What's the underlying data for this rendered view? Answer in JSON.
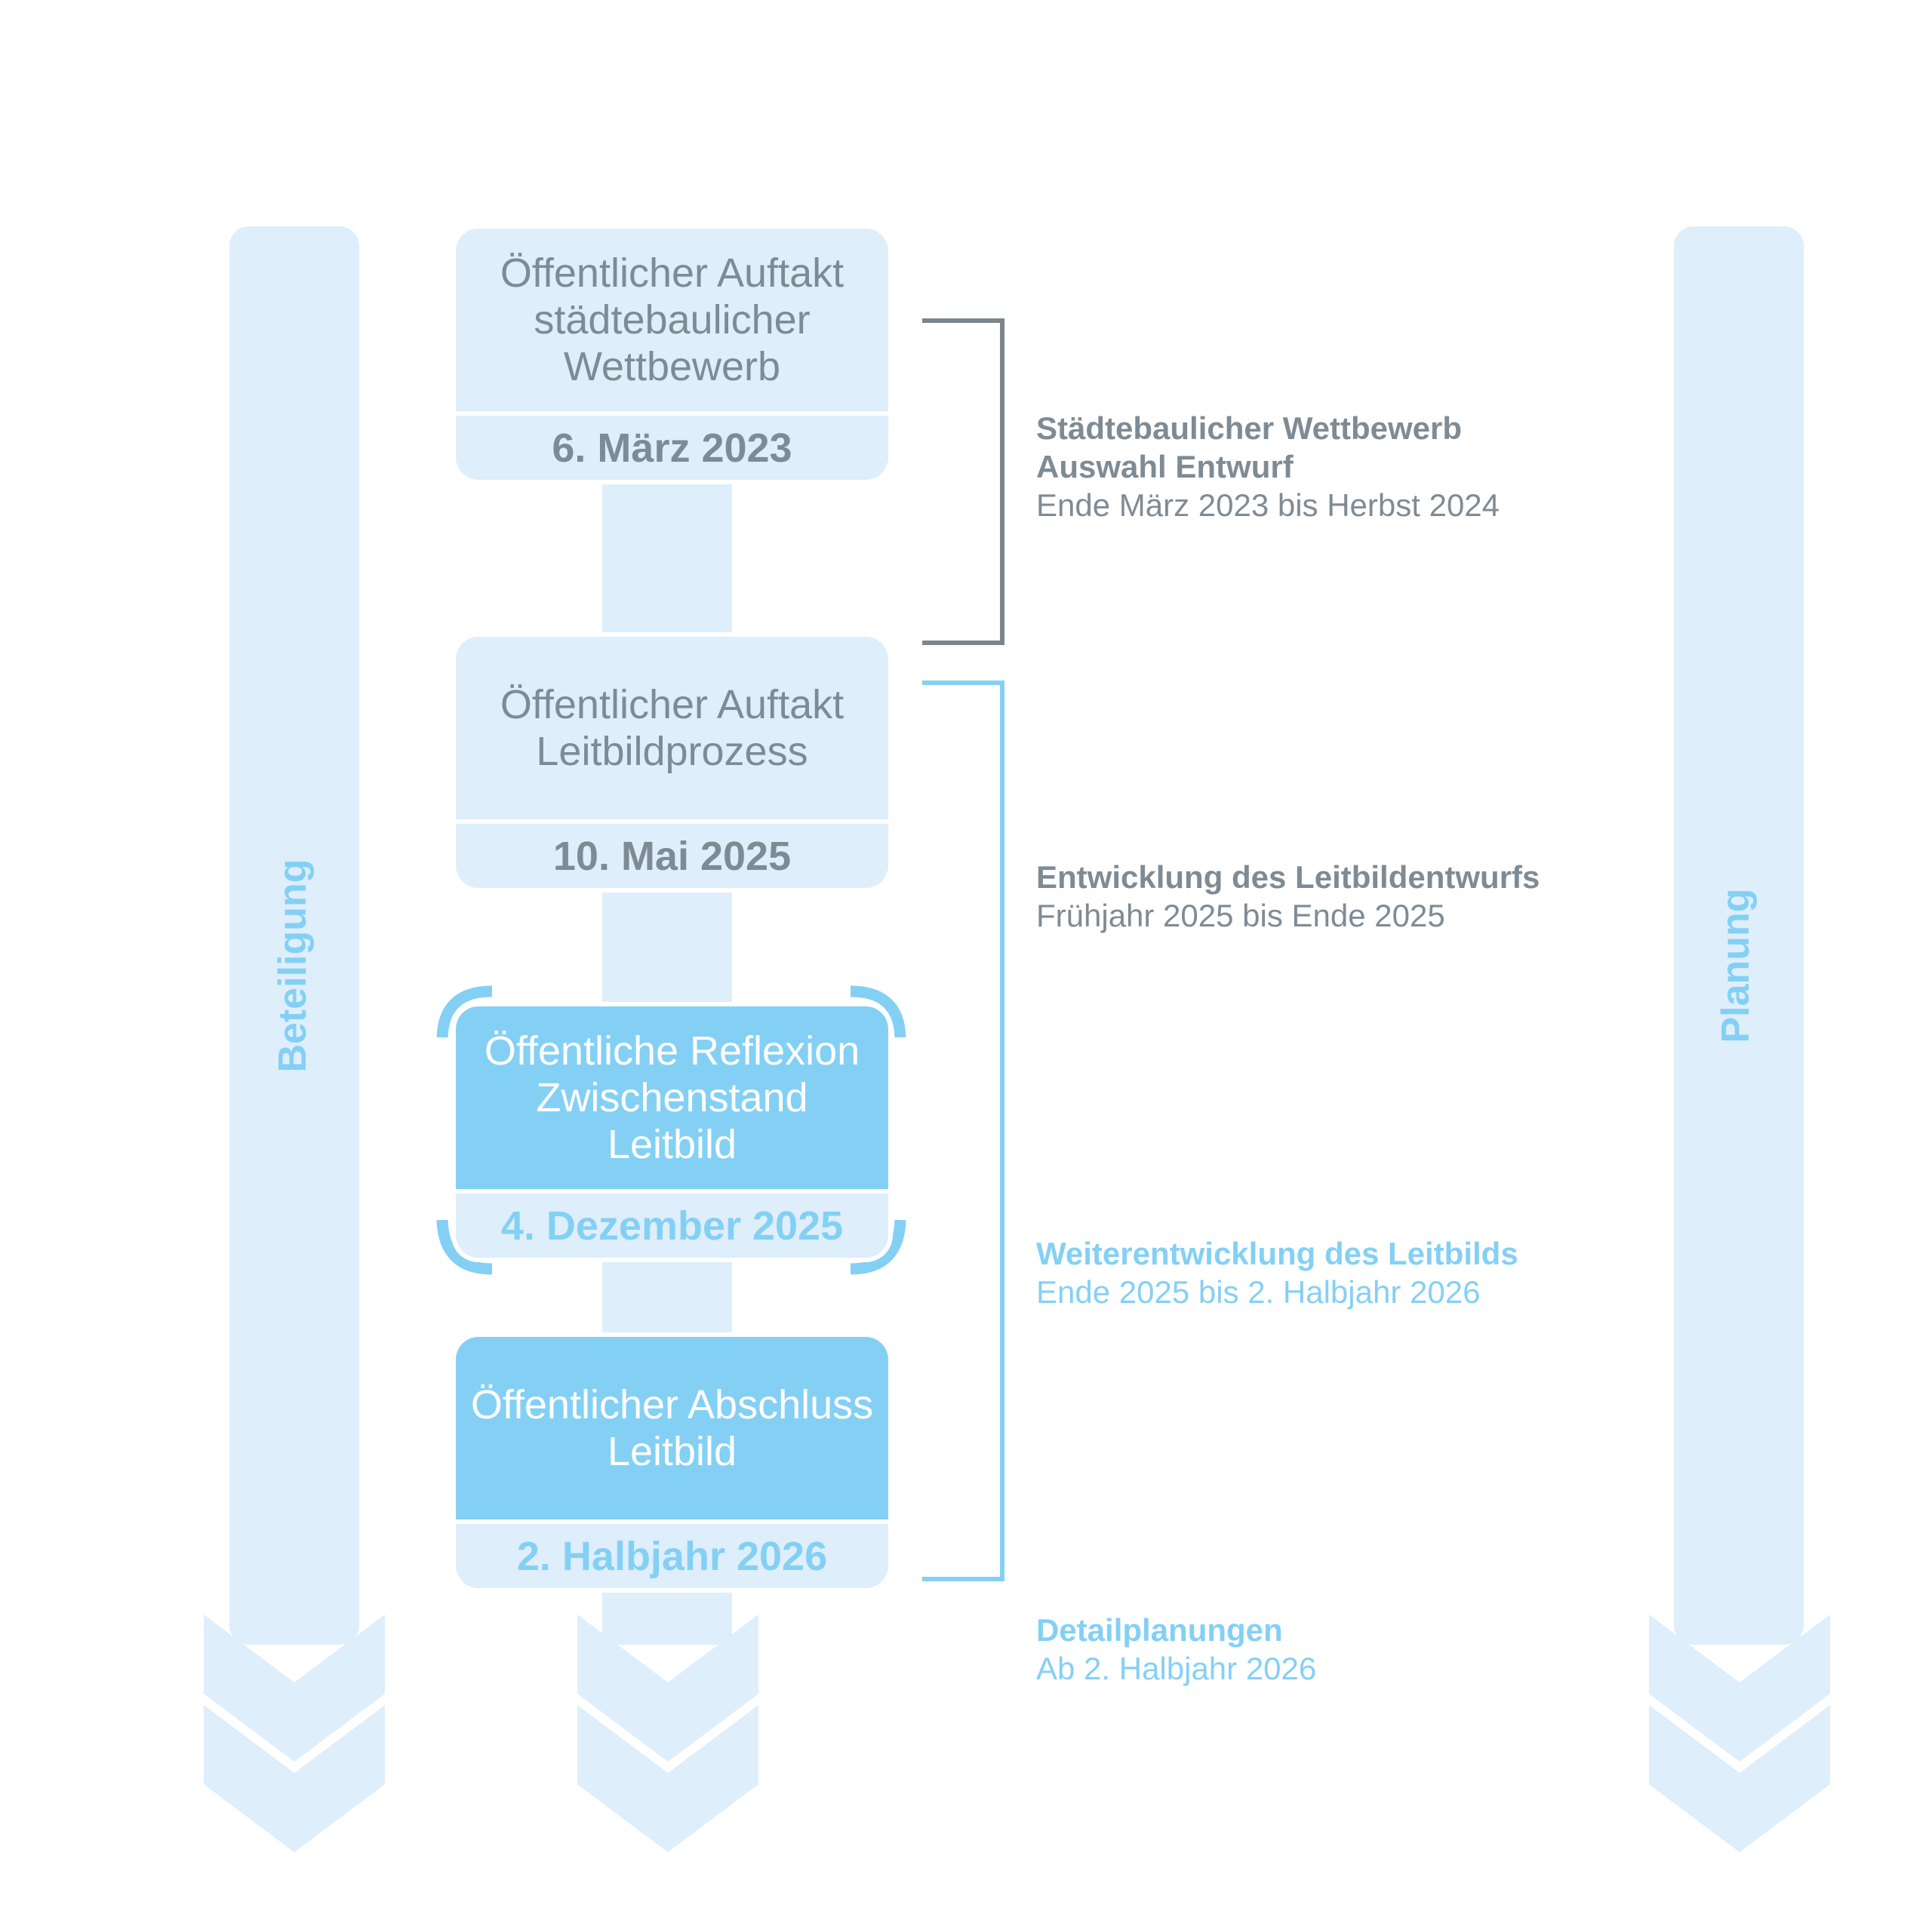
{
  "lanes": {
    "left_label": "Beteiligung",
    "right_label": "Planung"
  },
  "steps": [
    {
      "title_lines": [
        "Öffentlicher Auftakt",
        "städtebaulicher",
        "Wettbewerb"
      ],
      "date": "6. März 2023",
      "style": "muted"
    },
    {
      "title_lines": [
        "Öffentlicher Auftakt",
        "Leitbildprozess"
      ],
      "date": "10. Mai 2025",
      "style": "muted"
    },
    {
      "title_lines": [
        "Öffentliche Reflexion",
        "Zwischenstand",
        "Leitbild"
      ],
      "date": "4. Dezember 2025",
      "style": "active",
      "current": true
    },
    {
      "title_lines": [
        "Öffentlicher Abschluss",
        "Leitbild"
      ],
      "date": "2. Halbjahr 2026",
      "style": "active"
    }
  ],
  "phases": [
    {
      "title_lines": [
        "Städtebaulicher Wettbewerb",
        "Auswahl Entwurf"
      ],
      "period": "Ende März 2023 bis Herbst 2024",
      "style": "gray"
    },
    {
      "title_lines": [
        "Entwicklung des Leitbildentwurfs"
      ],
      "period": "Frühjahr 2025 bis Ende 2025",
      "style": "gray"
    },
    {
      "title_lines": [
        "Weiterentwicklung des Leitbilds"
      ],
      "period": "Ende 2025 bis 2. Halbjahr 2026",
      "style": "blue"
    },
    {
      "title_lines": [
        "Detailplanungen"
      ],
      "period": "Ab 2. Halbjahr 2026",
      "style": "blue"
    }
  ],
  "colors": {
    "light_blue": "#deeefb",
    "accent_blue": "#84d0f5",
    "gray_text": "#7f8b94",
    "bracket_gray": "#7b858d"
  }
}
